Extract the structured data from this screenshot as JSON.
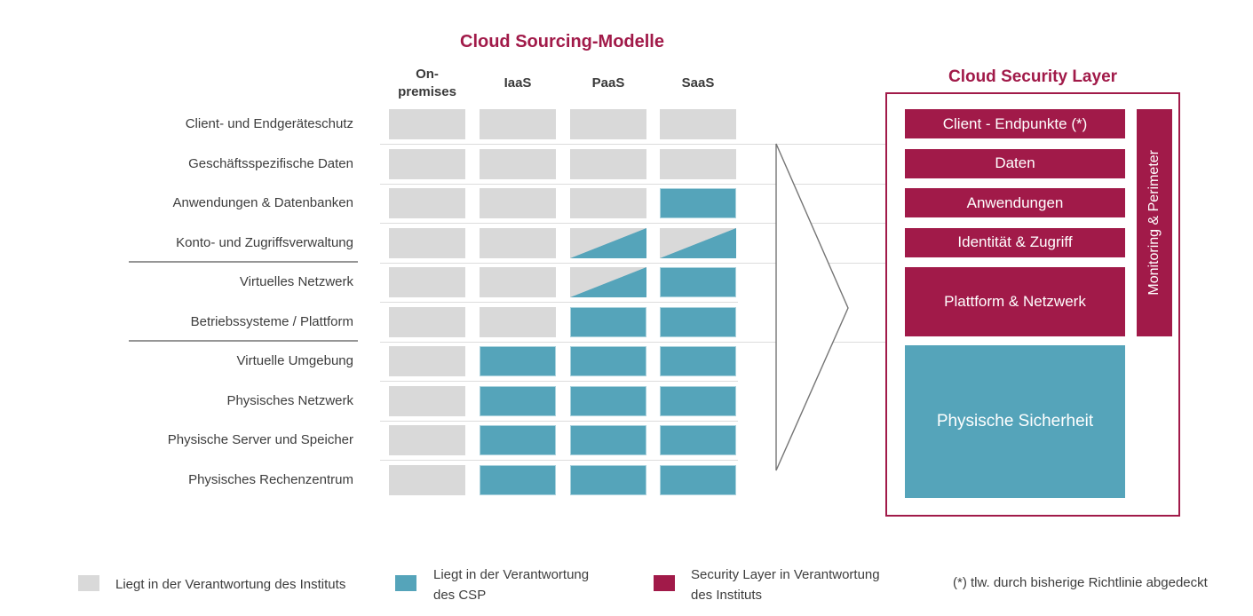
{
  "colors": {
    "institute_gray": "#D9D9D9",
    "csp_teal": "#55A4BA",
    "security_crimson": "#A11A49",
    "text_dark": "#3D3D3D",
    "divider_light": "#DCDCDC",
    "divider_dark": "#969696",
    "arrow_stroke": "#757575"
  },
  "sourcing_matrix": {
    "title": "Cloud Sourcing-Modelle",
    "column_headers": [
      [
        "On-",
        "premises"
      ],
      [
        "IaaS"
      ],
      [
        "PaaS"
      ],
      [
        "SaaS"
      ]
    ],
    "rows": [
      {
        "label": "Client- und Endgeräteschutz",
        "cells": [
          "inst",
          "inst",
          "inst",
          "inst"
        ]
      },
      {
        "label": "Geschäftsspezifische Daten",
        "cells": [
          "inst",
          "inst",
          "inst",
          "inst"
        ]
      },
      {
        "label": "Anwendungen & Datenbanken",
        "cells": [
          "inst",
          "inst",
          "inst",
          "csp"
        ]
      },
      {
        "label": "Konto- und Zugriffsverwaltung",
        "cells": [
          "inst",
          "inst",
          "split",
          "split"
        ]
      },
      {
        "label": "Virtuelles Netzwerk",
        "cells": [
          "inst",
          "inst",
          "split",
          "csp"
        ]
      },
      {
        "label": "Betriebssysteme / Plattform",
        "cells": [
          "inst",
          "inst",
          "csp",
          "csp"
        ]
      },
      {
        "label": "Virtuelle Umgebung",
        "cells": [
          "inst",
          "csp",
          "csp",
          "csp"
        ]
      },
      {
        "label": "Physisches Netzwerk",
        "cells": [
          "inst",
          "csp",
          "csp",
          "csp"
        ]
      },
      {
        "label": "Physische Server und Speicher",
        "cells": [
          "inst",
          "csp",
          "csp",
          "csp"
        ]
      },
      {
        "label": "Physisches Rechenzentrum",
        "cells": [
          "inst",
          "csp",
          "csp",
          "csp"
        ]
      }
    ],
    "separators_after_rows": [
      4,
      6
    ]
  },
  "security_layer": {
    "title": "Cloud Security Layer",
    "boxes": [
      {
        "label": "Client - Endpunkte (*)",
        "style": "crimson"
      },
      {
        "label": "Daten",
        "style": "crimson"
      },
      {
        "label": "Anwendungen",
        "style": "crimson"
      },
      {
        "label": "Identität & Zugriff",
        "style": "crimson"
      },
      {
        "label": "Plattform & Netzwerk",
        "style": "crimson"
      },
      {
        "label": "Physische Sicherheit",
        "style": "teal"
      }
    ],
    "sidebar_label": "Monitoring & Perimeter"
  },
  "legend": [
    {
      "swatch": "inst",
      "lines": [
        "Liegt in der Verantwortung des Instituts"
      ]
    },
    {
      "swatch": "csp",
      "lines": [
        "Liegt in der Verantwortung",
        "des CSP"
      ]
    },
    {
      "swatch": "security",
      "lines": [
        "Security Layer in Verantwortung",
        "des Instituts"
      ]
    }
  ],
  "footnote": "(*) tlw. durch bisherige Richtlinie abgedeckt"
}
